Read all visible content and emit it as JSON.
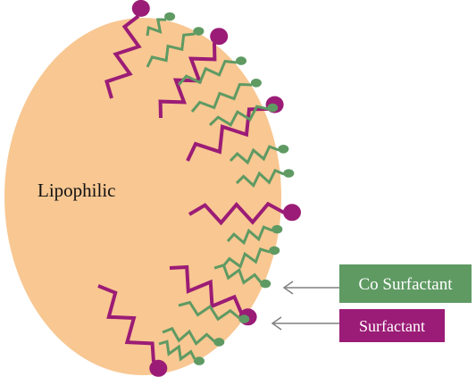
{
  "labels": {
    "core": "Lipophilic",
    "cosurfactant": "Co Surfactant",
    "surfactant": "Surfactant"
  },
  "colors": {
    "droplet": "#f8c792",
    "surfactant": "#9b1c76",
    "cosurfactant": "#5f9a63",
    "cosurfactant_box": "#5f9a63",
    "surfactant_box": "#9b1c76",
    "arrow": "#808080",
    "label_text": "#ffffff",
    "core_text": "#111111"
  }
}
